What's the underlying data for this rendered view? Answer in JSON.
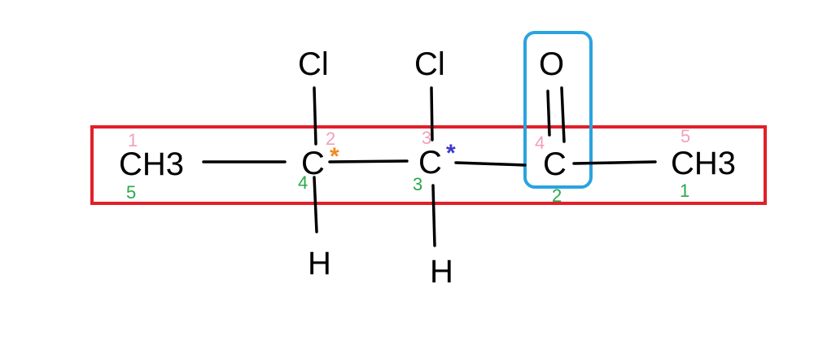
{
  "molecule": {
    "atoms": {
      "ch3_left": "CH3",
      "c4": "C",
      "c3": "C",
      "c2": "C",
      "ch3_right": "CH3",
      "cl_c4": "Cl",
      "cl_c3": "Cl",
      "h_c4": "H",
      "h_c3": "H",
      "o_c2": "O"
    },
    "numbering_pink": [
      "1",
      "2",
      "3",
      "4",
      "5"
    ],
    "numbering_green": [
      "5",
      "4",
      "3",
      "2",
      "1"
    ],
    "chiral_marks": [
      "*",
      "*"
    ]
  },
  "colors": {
    "chain_box": "#e0202a",
    "carbonyl_box": "#2aa3e0",
    "pink_numbers": "#f2a0b8",
    "green_numbers": "#2aa84a",
    "star_orange": "#f08a24",
    "star_blue": "#3a3acb",
    "bond": "#000000"
  }
}
